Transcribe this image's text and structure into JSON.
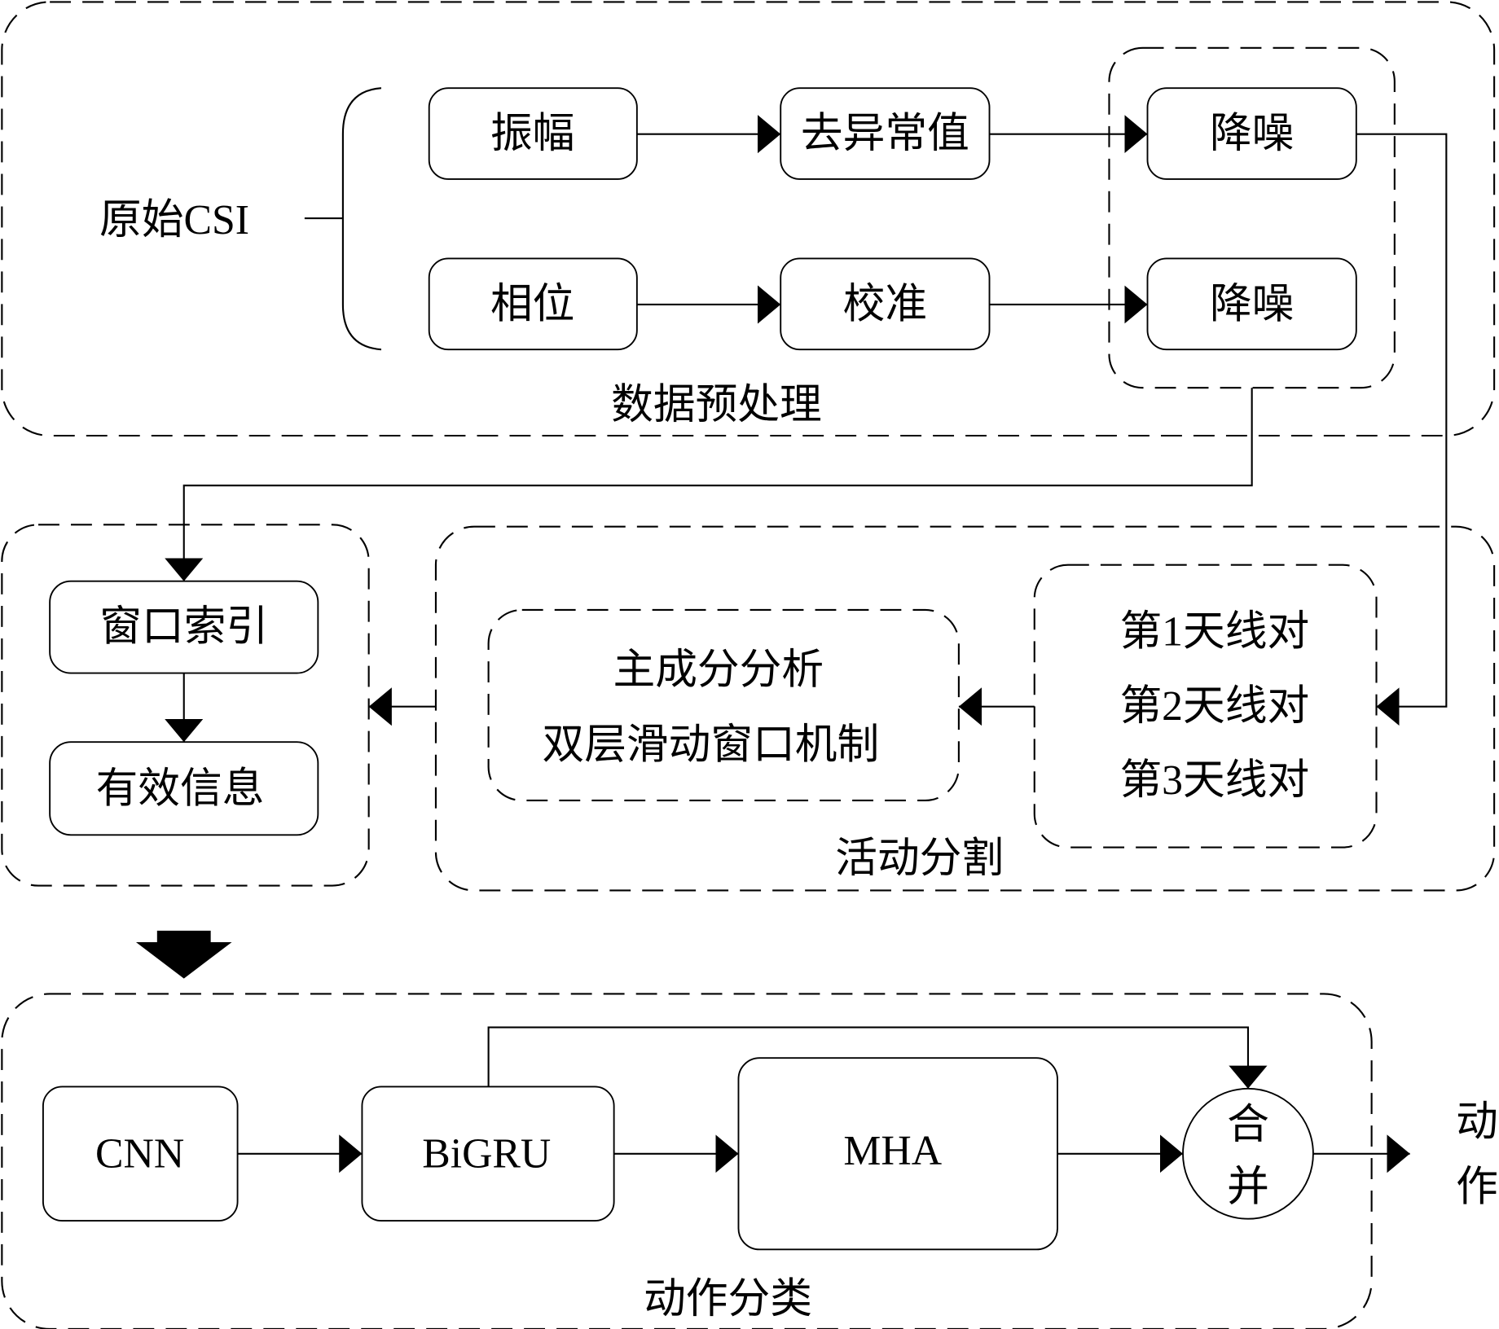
{
  "preprocess": {
    "source": "原始CSI",
    "amplitude": "振幅",
    "outlier_removal": "去异常值",
    "denoise_1": "降噪",
    "phase": "相位",
    "calibration": "校准",
    "denoise_2": "降噪",
    "label": "数据预处理"
  },
  "segmentation": {
    "antenna_1": "第1天线对",
    "antenna_2": "第2天线对",
    "antenna_3": "第3天线对",
    "pca": "主成分分析",
    "sliding_window": "双层滑动窗口机制",
    "label": "活动分割"
  },
  "window": {
    "index": "窗口索引",
    "valid_info": "有效信息"
  },
  "classification": {
    "cnn": "CNN",
    "bigru": "BiGRU",
    "mha": "MHA",
    "merge_1": "合",
    "merge_2": "并",
    "output_1": "动",
    "output_2": "作",
    "label": "动作分类"
  }
}
